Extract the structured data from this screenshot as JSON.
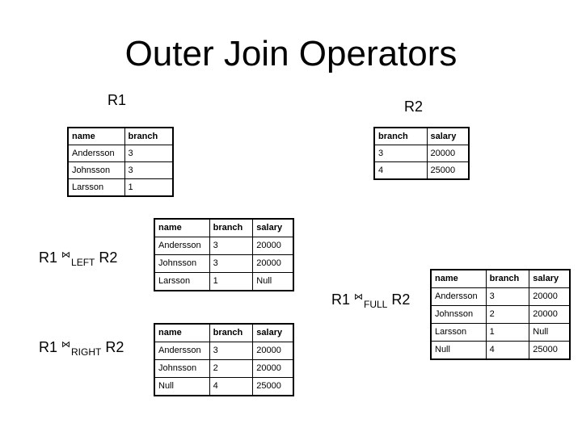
{
  "slide": {
    "title": "Outer Join Operators",
    "background_color": "#ffffff",
    "text_color": "#000000",
    "border_color": "#000000"
  },
  "labels": {
    "r1": "R1",
    "r2": "R2"
  },
  "joins": {
    "left": {
      "left_rel": "R1",
      "op": "⋈",
      "sub": "LEFT",
      "right_rel": "R2"
    },
    "right": {
      "left_rel": "R1",
      "op": "⋈",
      "sub": "RIGHT",
      "right_rel": "R2"
    },
    "full": {
      "left_rel": "R1",
      "op": "⋈",
      "sub": "FULL",
      "right_rel": "R2"
    }
  },
  "tables": {
    "r1": {
      "headers": [
        "name",
        "branch"
      ],
      "rows": [
        [
          "Andersson",
          "3"
        ],
        [
          "Johnsson",
          "3"
        ],
        [
          "Larsson",
          "1"
        ]
      ]
    },
    "r2": {
      "headers": [
        "branch",
        "salary"
      ],
      "rows": [
        [
          "3",
          "20000"
        ],
        [
          "4",
          "25000"
        ]
      ]
    },
    "left": {
      "headers": [
        "name",
        "branch",
        "salary"
      ],
      "rows": [
        [
          "Andersson",
          "3",
          "20000"
        ],
        [
          "Johnsson",
          "3",
          "20000"
        ],
        [
          "Larsson",
          "1",
          "Null"
        ]
      ]
    },
    "right": {
      "headers": [
        "name",
        "branch",
        "salary"
      ],
      "rows": [
        [
          "Andersson",
          "3",
          "20000"
        ],
        [
          "Johnsson",
          "2",
          "20000"
        ],
        [
          "Null",
          "4",
          "25000"
        ]
      ]
    },
    "full": {
      "headers": [
        "name",
        "branch",
        "salary"
      ],
      "rows": [
        [
          "Andersson",
          "3",
          "20000"
        ],
        [
          "Johnsson",
          "2",
          "20000"
        ],
        [
          "Larsson",
          "1",
          "Null"
        ],
        [
          "Null",
          "4",
          "25000"
        ]
      ]
    }
  }
}
